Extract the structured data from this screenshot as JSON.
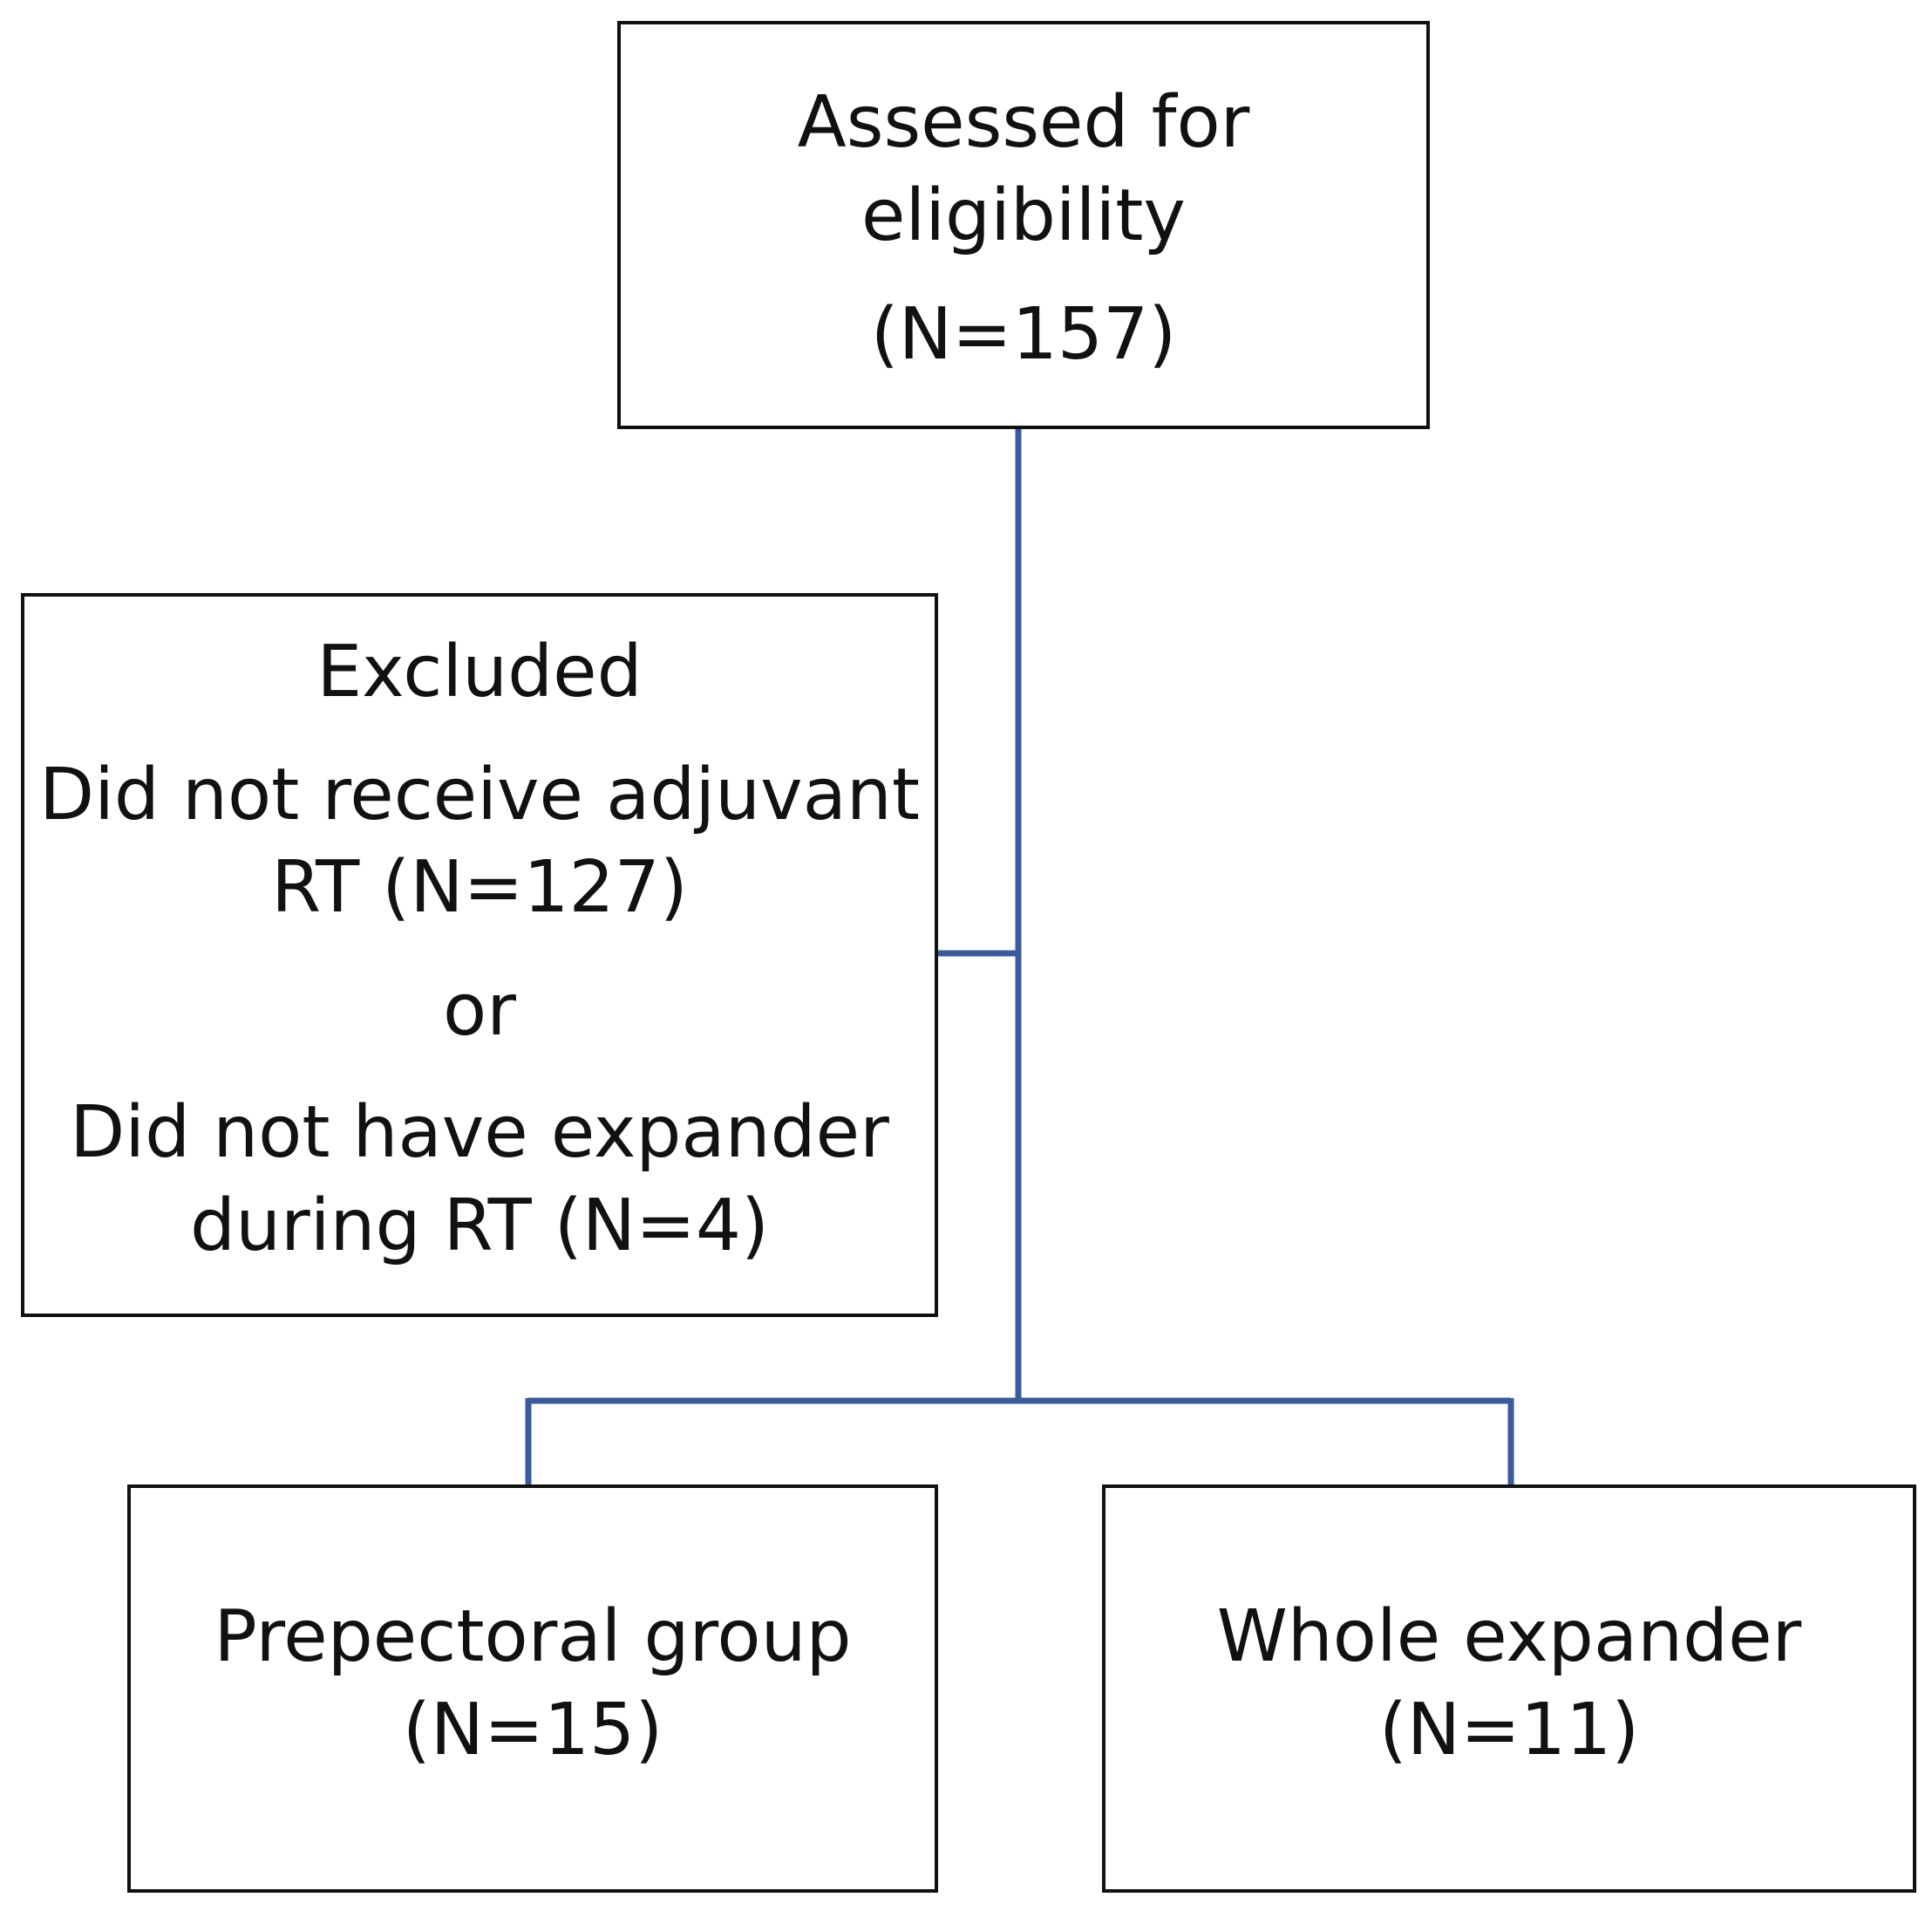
{
  "nodes": {
    "assessed": {
      "line1": "Assessed for",
      "line2": "eligibility",
      "count": "(N=157)"
    },
    "excluded": {
      "title": "Excluded",
      "reason1_line1": "Did not receive adjuvant",
      "reason1_line2": "RT (N=127)",
      "connector_word": "or",
      "reason2_line1": "Did not have expander",
      "reason2_line2": "during RT (N=4)"
    },
    "prepectoral": {
      "label": "Prepectoral group",
      "count": "(N=15)"
    },
    "whole_expander": {
      "label": "Whole expander",
      "count": "(N=11)"
    }
  },
  "colors": {
    "connector": "#3a5a9a",
    "box_border": "#111111",
    "text": "#111111"
  }
}
